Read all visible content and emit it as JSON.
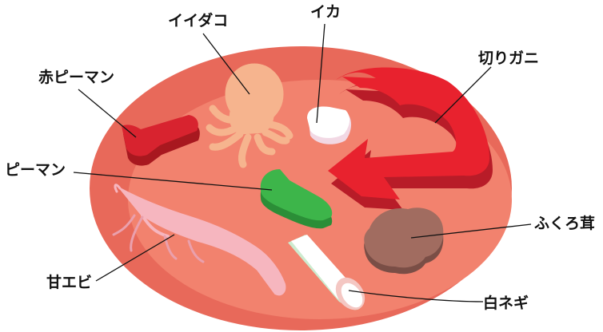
{
  "labels": {
    "iidako": "イイダコ",
    "ika": "イカ",
    "kirigani": "切りガニ",
    "aka_piman": "赤ピーマン",
    "piman": "ピーマン",
    "fukurotake": "ふくろ茸",
    "ama_ebi": "甘エビ",
    "shironegi": "白ネギ"
  },
  "colors": {
    "plate_outer": "#E8695A",
    "plate_inner": "#F2826E",
    "crab": "#E8222E",
    "red_pepper": "#D8232F",
    "green_pepper": "#3DB54A",
    "octopus": "#F6B48E",
    "squid": "#FFFFFF",
    "mushroom": "#A16C60",
    "shrimp": "#F6B6BF",
    "leek": "#FFFFFF"
  },
  "icons": [
    "octopus-icon",
    "squid-icon",
    "crab-icon",
    "red-pepper-icon",
    "green-pepper-icon",
    "mushroom-icon",
    "shrimp-icon",
    "leek-icon"
  ]
}
